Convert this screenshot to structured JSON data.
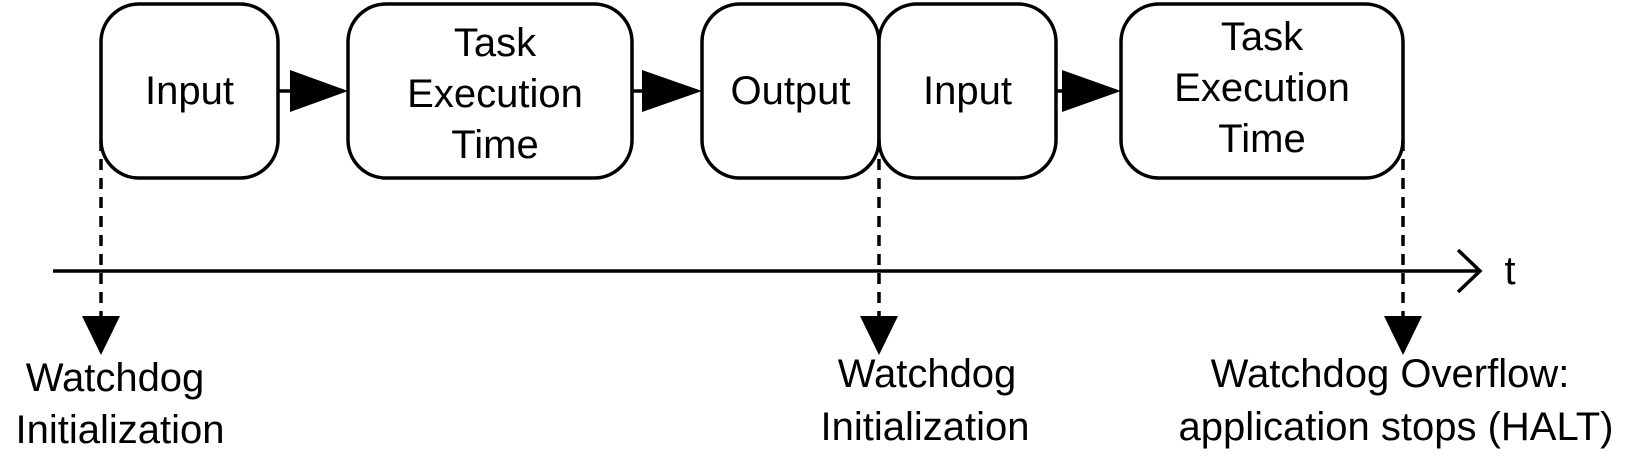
{
  "boxes": [
    {
      "lines": [
        "Input"
      ]
    },
    {
      "lines": [
        "Task",
        "Execution",
        "Time"
      ]
    },
    {
      "lines": [
        "Output"
      ]
    },
    {
      "lines": [
        "Input"
      ]
    },
    {
      "lines": [
        "Task",
        "Execution",
        "Time"
      ]
    }
  ],
  "axis": {
    "label": "t"
  },
  "markers": [
    {
      "lines": [
        "Watchdog",
        "Initialization"
      ]
    },
    {
      "lines": [
        "Watchdog",
        "Initialization"
      ]
    },
    {
      "lines": [
        "Watchdog Overflow:",
        "application stops (HALT)"
      ]
    }
  ]
}
